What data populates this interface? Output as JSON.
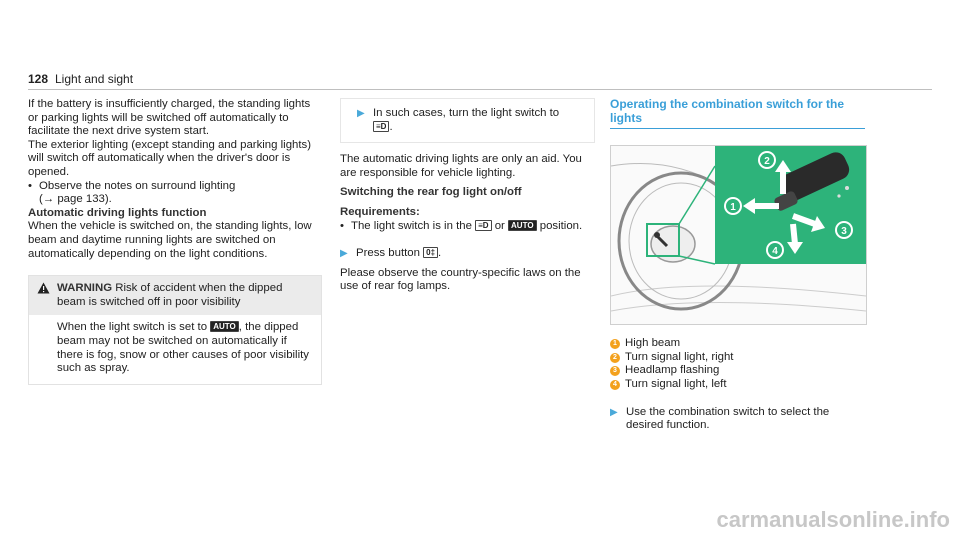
{
  "header": {
    "page_number": "128",
    "title": "Light and sight"
  },
  "col1": {
    "intro": "If the battery is insufficiently charged, the stand­ing lights or parking lights will be switched off automatically to facilitate the next drive system start.",
    "exterior": "The exterior lighting (except standing and parking lights) will switch off automatically when the driv­er's door is opened.",
    "bullet1_line1": "Observe the notes on surround lighting",
    "bullet1_line2": "(→ page 133).",
    "heading_auto": "Automatic driving lights function",
    "auto_text": "When the vehicle is switched on, the standing lights, low beam and daytime running lights are switched on automatically depending on the light conditions.",
    "warning_label": "WARNING",
    "warning_title": "Risk of accident when the dipped beam is switched off in poor visi­bility",
    "warning_body_pre": "When the light switch is set to",
    "warning_body_post": ", the dipped beam may not be switched on auto­matically if there is fog, snow or other causes of poor visibility such as spray."
  },
  "col2": {
    "step1_pre": "In such cases, turn the light switch to",
    "step1_post": ".",
    "note": "The automatic driving lights are only an aid. You are responsible for vehicle lighting.",
    "heading_fog": "Switching the rear fog light on/off",
    "heading_req": "Requirements:",
    "req_pre": "The light switch is in the",
    "req_mid": "or",
    "req_post": "posi­tion.",
    "step2_pre": "Press button",
    "step2_post": ".",
    "law": "Please observe the country-specific laws on the use of rear fog lamps."
  },
  "col3": {
    "section_title": "Operating the combination switch for the lights",
    "legend": [
      {
        "n": "1",
        "text": "High beam"
      },
      {
        "n": "2",
        "text": "Turn signal light, right"
      },
      {
        "n": "3",
        "text": "Headlamp flashing"
      },
      {
        "n": "4",
        "text": "Turn signal light, left"
      }
    ],
    "step_text": "Use the combination switch to select the desired function."
  },
  "symbols": {
    "auto": "AUTO",
    "lowbeam": "≡D",
    "fog": "0‡"
  },
  "watermark": "carmanualsonline.info",
  "colors": {
    "accent": "#3a9fd8",
    "marker": "#f3a11d",
    "fig_green": "#2db37a"
  }
}
